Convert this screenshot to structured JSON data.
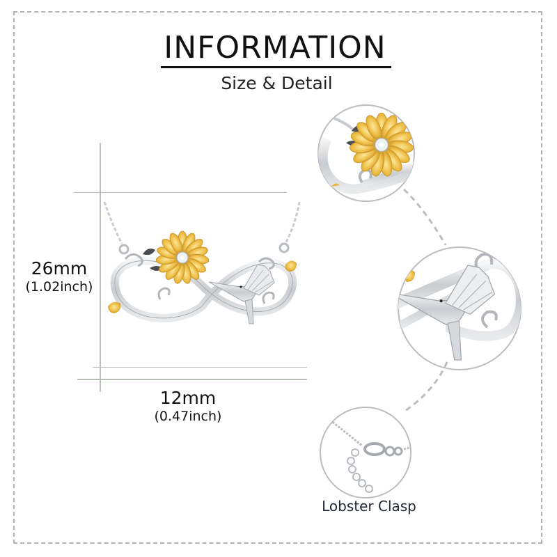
{
  "header": {
    "title": "INFORMATION",
    "subtitle": "Size & Detail"
  },
  "dimensions": {
    "height": {
      "mm": "26mm",
      "inch": "(1.02inch)"
    },
    "width": {
      "mm": "12mm",
      "inch": "(0.47inch)"
    }
  },
  "product": {
    "name": "infinity-sunflower-hummingbird-necklace",
    "metal_colors": {
      "silver": "#d9dcdf",
      "gold": "#e9b83a"
    }
  },
  "details": [
    {
      "name": "sunflower-detail",
      "label": ""
    },
    {
      "name": "hummingbird-detail",
      "label": ""
    },
    {
      "name": "clasp-detail",
      "label": "Lobster Clasp"
    }
  ],
  "colors": {
    "border": "#b3b3b3",
    "guide_line": "#b9c0b8",
    "text": "#111111",
    "gold": "#e9b83a",
    "silver": "#d9dcdf"
  }
}
